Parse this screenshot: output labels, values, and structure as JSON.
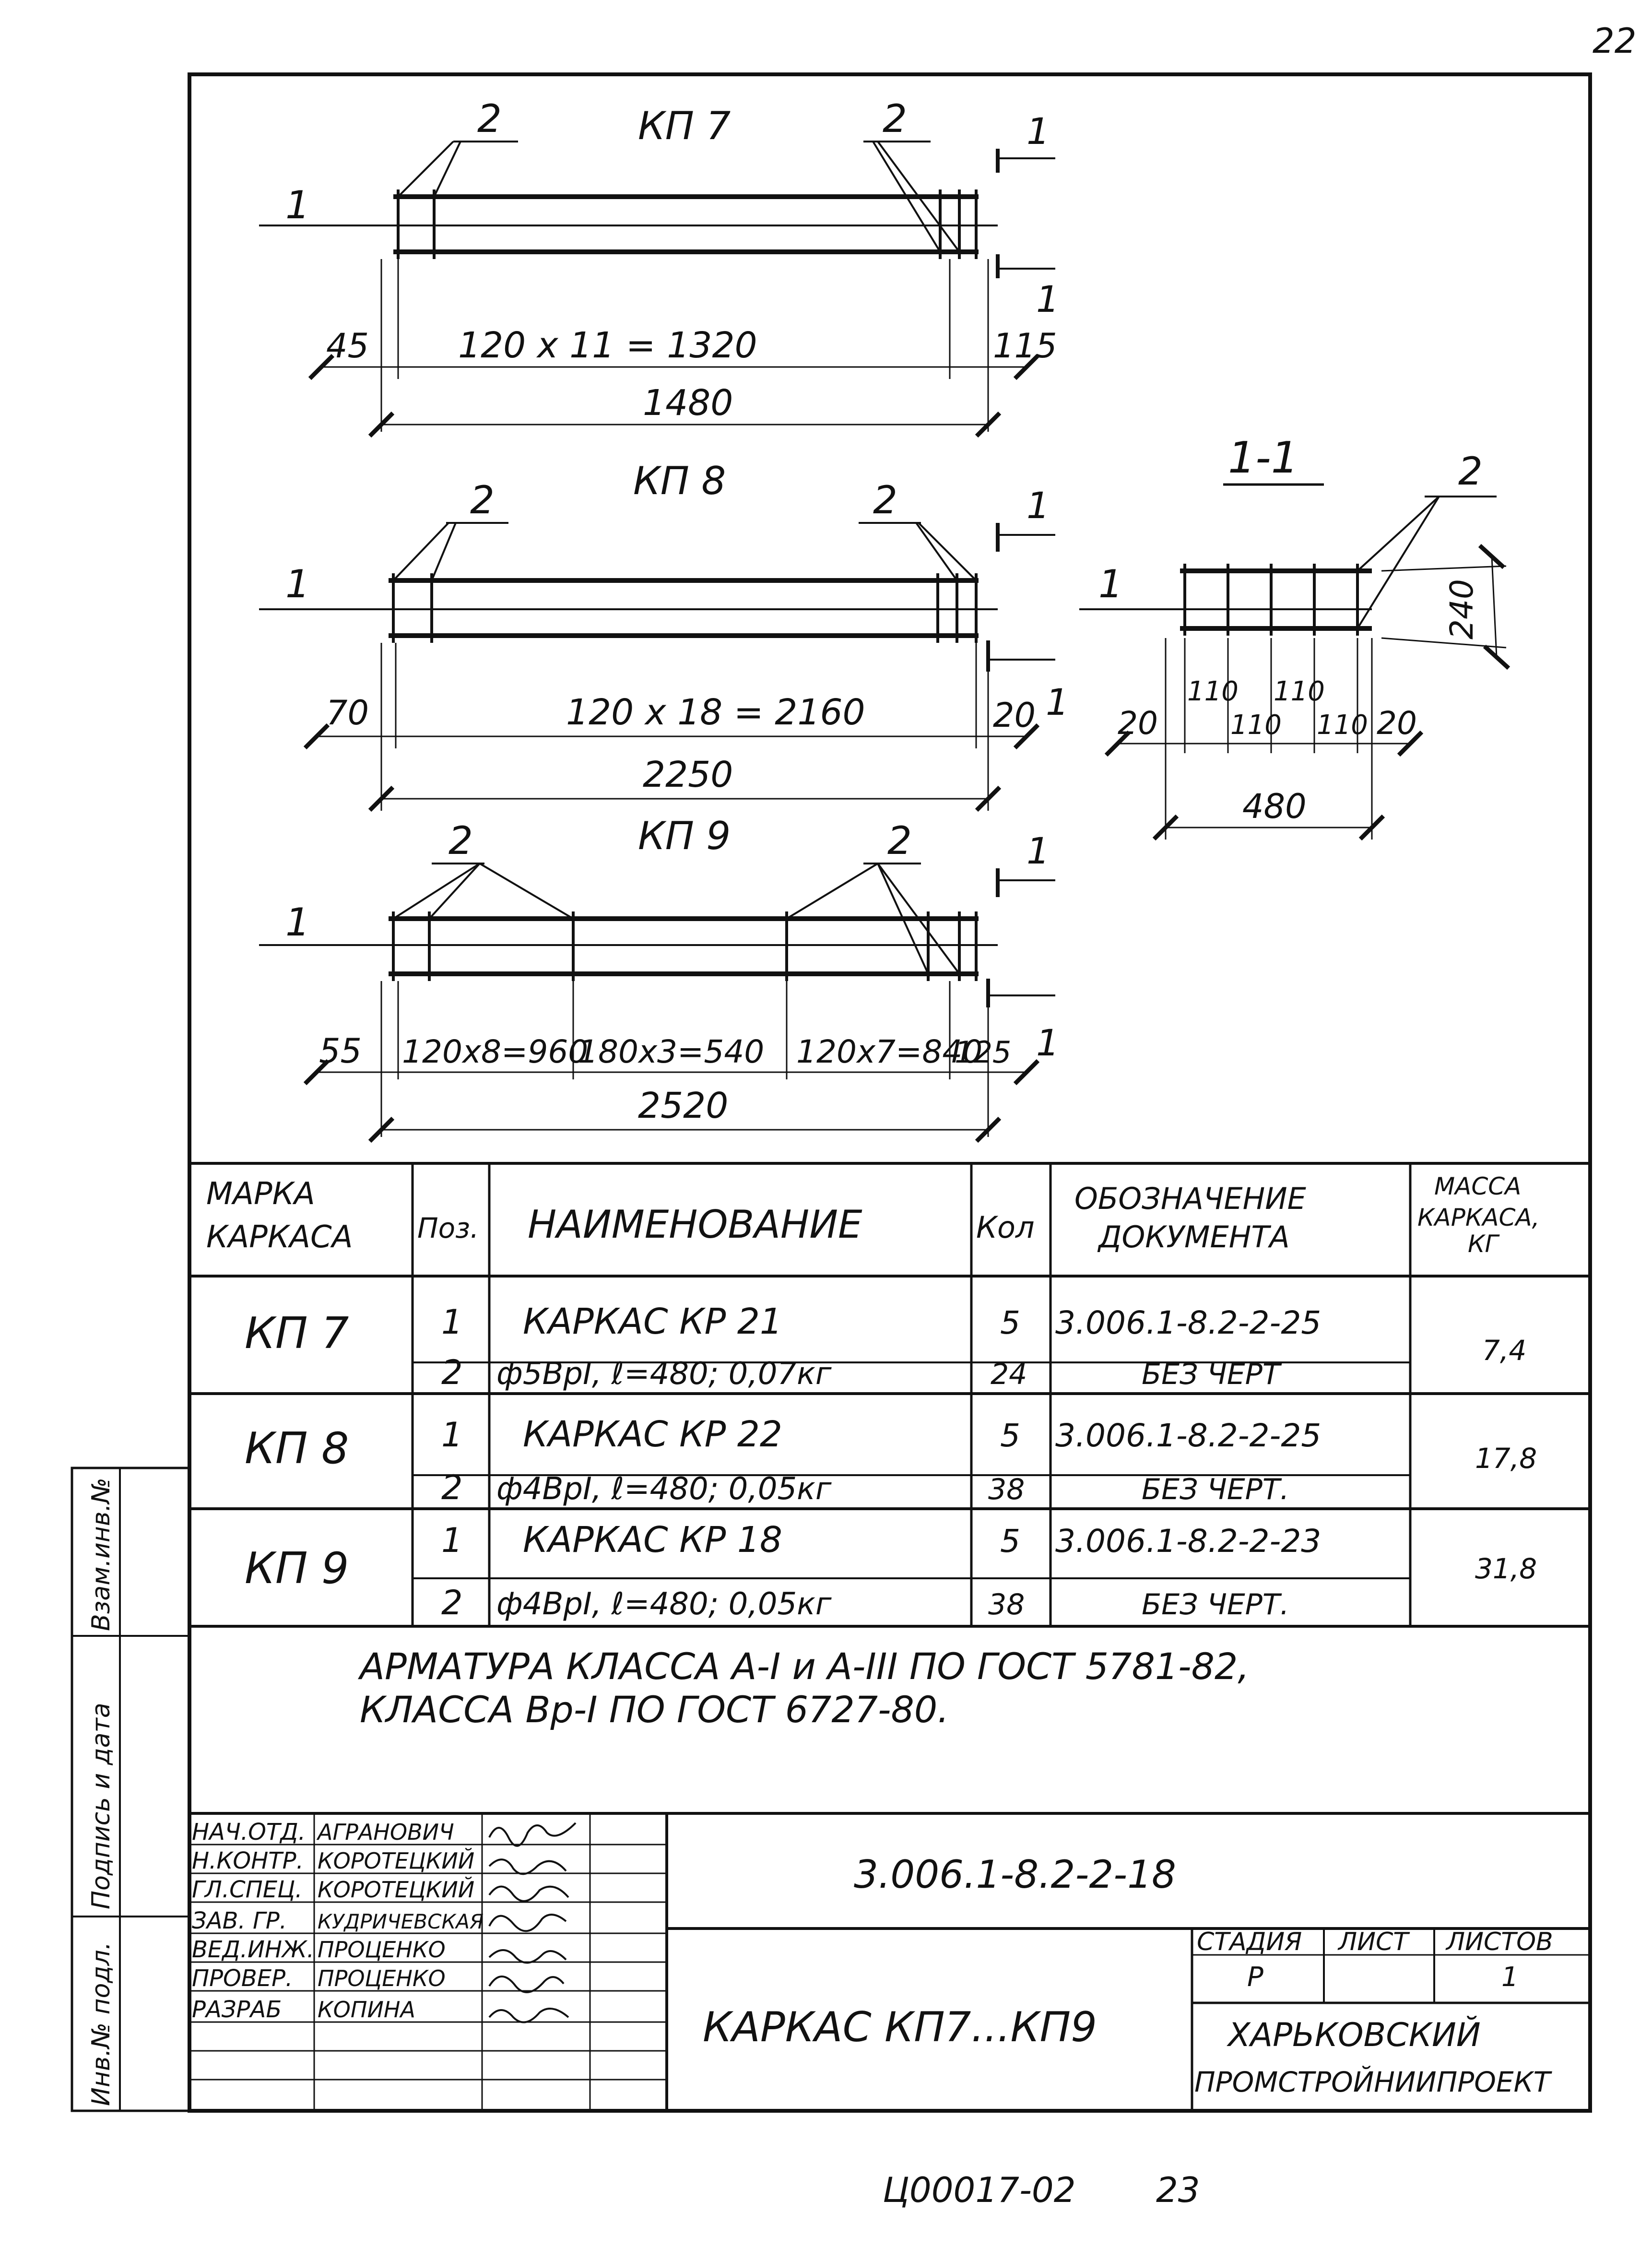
{
  "sheet_number": "22",
  "bottom_code": "Ц00017-02",
  "bottom_page": "23",
  "drawings": {
    "kp7": {
      "title": "КП 7",
      "pos1": "1",
      "pos2_left": "2",
      "pos2_right": "2",
      "section_top": "1",
      "section_bottom": "1",
      "dim_left": "45",
      "dim_mid": "120 х 11 = 1320",
      "dim_right": "115",
      "dim_total": "1480"
    },
    "kp8": {
      "title": "КП 8",
      "pos1": "1",
      "pos2_left": "2",
      "pos2_right": "2",
      "section_top": "1",
      "section_bottom": "1",
      "dim_left": "70",
      "dim_mid": "120 х 18 = 2160",
      "dim_right": "20",
      "dim_total": "2250"
    },
    "kp9": {
      "title": "КП 9",
      "pos1": "1",
      "pos2_left": "2",
      "pos2_right": "2",
      "section_top": "1",
      "section_bottom": "1",
      "dim_left": "55",
      "dim_a": "120х8=960",
      "dim_b": "180х3=540",
      "dim_c": "120х7=840",
      "dim_right": "125",
      "dim_total": "2520"
    },
    "section": {
      "title": "1-1",
      "pos1": "1",
      "pos2": "2",
      "height": "240",
      "d1": "20",
      "d2": "110",
      "d3": "110",
      "d4": "110",
      "d5": "110",
      "d6": "20",
      "total": "480"
    }
  },
  "spec_table": {
    "headers": {
      "mark": "МАРКА КАРКАСА",
      "pos": "Поз.",
      "name": "НАИМЕНОВАНИЕ",
      "qty": "Кол",
      "doc": "ОБОЗНАЧЕНИЕ ДОКУМЕНТА",
      "mass": "МАССА КАРКАСА, КГ"
    },
    "groups": [
      {
        "mark": "КП 7",
        "mass": "7,4",
        "rows": [
          {
            "pos": "1",
            "name": "КАРКАС КР 21",
            "qty": "5",
            "doc": "3.006.1-8.2-2-25"
          },
          {
            "pos": "2",
            "name": "ф5ВрI, ℓ=480; 0,07кг",
            "qty": "24",
            "doc": "БЕЗ ЧЕРТ"
          }
        ]
      },
      {
        "mark": "КП 8",
        "mass": "17,8",
        "rows": [
          {
            "pos": "1",
            "name": "КАРКАС КР 22",
            "qty": "5",
            "doc": "3.006.1-8.2-2-25"
          },
          {
            "pos": "2",
            "name": "ф4ВрI, ℓ=480; 0,05кг",
            "qty": "38",
            "doc": "БЕЗ ЧЕРТ."
          }
        ]
      },
      {
        "mark": "КП 9",
        "mass": "31,8",
        "rows": [
          {
            "pos": "1",
            "name": "КАРКАС КР 18",
            "qty": "5",
            "doc": "3.006.1-8.2-2-23"
          },
          {
            "pos": "2",
            "name": "ф4ВрI, ℓ=480; 0,05кг",
            "qty": "38",
            "doc": "БЕЗ ЧЕРТ."
          }
        ]
      }
    ]
  },
  "note": {
    "line1": "АРМАТУРА КЛАССА А-I и А-III ПО ГОСТ 5781-82,",
    "line2": "КЛАССА Вр-I ПО ГОСТ 6727-80."
  },
  "side_stamp": {
    "label1": "Взам.инв.№",
    "label2": "Подпись и дата",
    "label3": "Инв.№ подл."
  },
  "title_block": {
    "roles": [
      "НАЧ.ОТД.",
      "Н.КОНТР.",
      "ГЛ.СПЕЦ.",
      "ЗАВ. ГР.",
      "ВЕД.ИНЖ.",
      "ПРОВЕР.",
      "РАЗРАБ"
    ],
    "names": [
      "АГРАНОВИЧ",
      "КОРОТЕЦКИЙ",
      "КОРОТЕЦКИЙ",
      "КУДРИЧЕВСКАЯ",
      "ПРОЦЕНКО",
      "ПРОЦЕНКО",
      "КОПИНА"
    ],
    "designation": "3.006.1-8.2-2-18",
    "drawing_name": "КАРКАС КП7...КП9",
    "stage_label": "СТАДИЯ",
    "sheet_label": "ЛИСТ",
    "sheets_label": "ЛИСТОВ",
    "stage": "Р",
    "sheets": "1",
    "org_line1": "ХАРЬКОВСКИЙ",
    "org_line2": "ПРОМСТРОЙНИИПРОЕКТ"
  }
}
